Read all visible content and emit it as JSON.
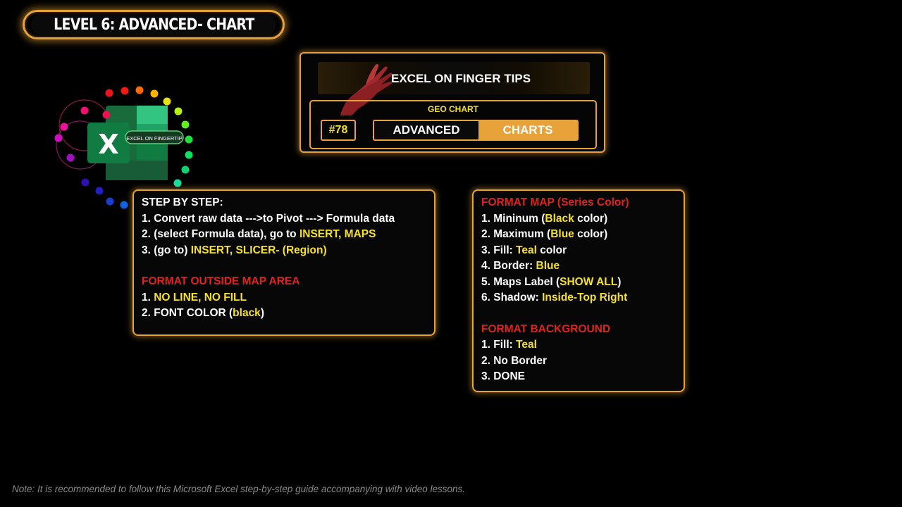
{
  "header": {
    "level_title": "LEVEL 6: ADVANCED- CHART"
  },
  "logo": {
    "excel_letter": "X",
    "badge_text": "EXCEL ON FINGERTIP"
  },
  "brand": {
    "title": "EXCEL ON FINGER TIPS",
    "subtitle": "GEO CHART",
    "number": "#78",
    "category": "ADVANCED",
    "topic": "CHARTS"
  },
  "steps": {
    "heading": "STEP BY STEP:",
    "items": [
      {
        "text": "1. Convert raw data --->to Pivot ---> Formula data"
      },
      {
        "prefix": "2. (select Formula data), go to ",
        "highlight": "INSERT, MAPS"
      },
      {
        "prefix": "3. (go to) ",
        "highlight": "INSERT, SLICER- (Region)"
      }
    ],
    "outside_heading": "FORMAT OUTSIDE MAP AREA",
    "outside_items": [
      {
        "prefix": "1. ",
        "highlight": "NO LINE, NO FILL",
        "suffix": ""
      },
      {
        "prefix": "2. FONT COLOR (",
        "highlight": "black",
        "suffix": ")"
      }
    ]
  },
  "format_map": {
    "heading": "FORMAT MAP (Series Color)",
    "items": [
      {
        "prefix": "1.  Mininum (",
        "highlight": "Black",
        "suffix": " color)"
      },
      {
        "prefix": "2. Maximum (",
        "highlight": "Blue",
        "suffix": " color)"
      },
      {
        "prefix": "3. Fill: ",
        "highlight": "Teal",
        "suffix": " color"
      },
      {
        "prefix": "4. Border: ",
        "highlight": "Blue",
        "suffix": ""
      },
      {
        "prefix": "5. Maps Label (",
        "highlight": "SHOW ALL",
        "suffix": ")"
      },
      {
        "prefix": "6. Shadow: ",
        "highlight": "Inside-Top Right",
        "suffix": ""
      }
    ],
    "bg_heading": "FORMAT BACKGROUND",
    "bg_items": [
      {
        "prefix": "1. Fill: ",
        "highlight": "Teal"
      },
      {
        "prefix": "2. No Border",
        "highlight": ""
      },
      {
        "prefix": "3. DONE",
        "highlight": ""
      }
    ]
  },
  "footer": {
    "note": "Note: It is recommended to follow this Microsoft Excel step-by-step guide accompanying with video lessons."
  },
  "colors": {
    "accent": "#e8a23a",
    "heading_red": "#e0231c",
    "highlight_yellow": "#f5e02a",
    "excel_green": "#1f7a45"
  }
}
